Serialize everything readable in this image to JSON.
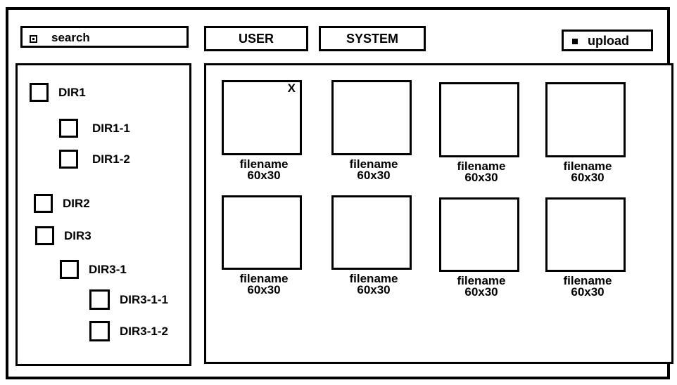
{
  "search": {
    "label": "search",
    "icon": "search-icon"
  },
  "tabs": [
    {
      "label": "USER"
    },
    {
      "label": "SYSTEM"
    }
  ],
  "upload": {
    "label": "upload",
    "icon": "upload-icon"
  },
  "tree": [
    {
      "label": "DIR1"
    },
    {
      "label": "DIR1-1"
    },
    {
      "label": "DIR1-2"
    },
    {
      "label": "DIR2"
    },
    {
      "label": "DIR3"
    },
    {
      "label": "DIR3-1"
    },
    {
      "label": "DIR3-1-1"
    },
    {
      "label": "DIR3-1-2"
    }
  ],
  "files": [
    {
      "name": "filename",
      "size": "60x30",
      "remove_label": "X"
    },
    {
      "name": "filename",
      "size": "60x30"
    },
    {
      "name": "filename",
      "size": "60x30"
    },
    {
      "name": "filename",
      "size": "60x30"
    },
    {
      "name": "filename",
      "size": "60x30"
    },
    {
      "name": "filename",
      "size": "60x30"
    },
    {
      "name": "filename",
      "size": "60x30"
    },
    {
      "name": "filename",
      "size": "60x30"
    }
  ]
}
